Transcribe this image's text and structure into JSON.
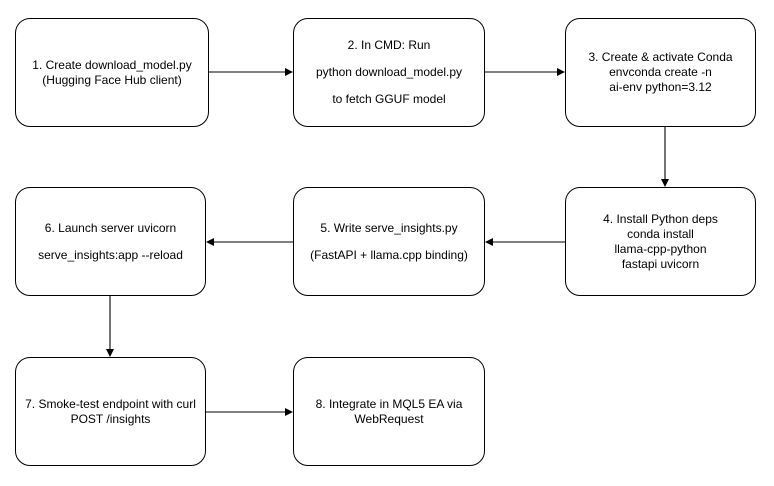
{
  "steps": {
    "s1": {
      "lines": [
        "1. Create download_model.py",
        "(Hugging Face Hub client)"
      ]
    },
    "s2": {
      "lines": [
        "2. In CMD: Run",
        "python download_model.py",
        "to fetch GGUF model"
      ]
    },
    "s3": {
      "lines": [
        "3. Create & activate Conda",
        "envconda create -n",
        "ai-env python=3.12"
      ]
    },
    "s4": {
      "lines": [
        "4. Install Python deps",
        "conda install",
        "llama-cpp-python",
        "fastapi uvicorn"
      ]
    },
    "s5": {
      "lines": [
        "5. Write serve_insights.py",
        "(FastAPI + llama.cpp binding)"
      ]
    },
    "s6": {
      "lines": [
        "6. Launch server  uvicorn",
        "serve_insights:app --reload"
      ]
    },
    "s7": {
      "lines": [
        "7. Smoke-test endpoint  with curl",
        "POST /insights"
      ]
    },
    "s8": {
      "lines": [
        "8. Integrate in MQL5 EA via",
        "WebRequest"
      ]
    }
  }
}
